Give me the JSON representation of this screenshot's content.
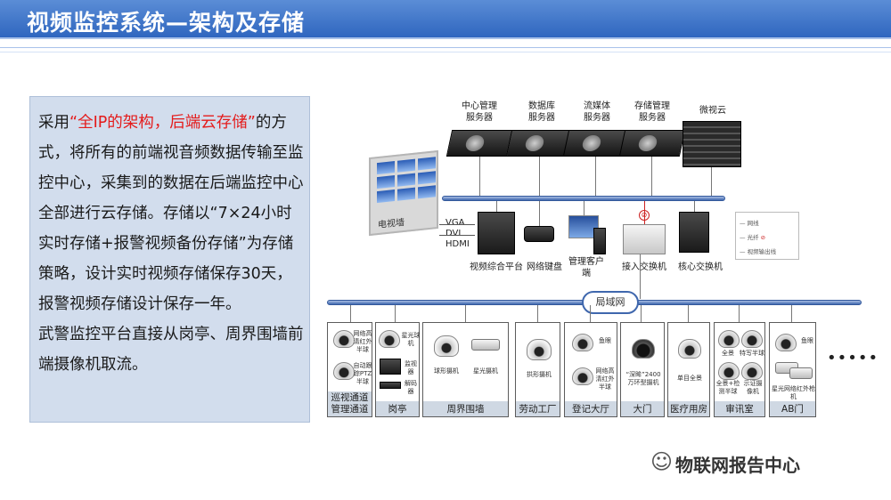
{
  "title": "视频监控系统—架构及存储",
  "text_box": {
    "prefix": "采用",
    "highlight": "“全IP的架构，后端云存储”",
    "body": "的方式，将所有的前端视音频数据传输至监控中心，采集到的数据在后端监控中心全部进行云存储。存储以“7×24小时实时存储+报警视频备份存储”为存储策略，设计实时视频存储保存30天，报警视频存储设计保存一年。",
    "body2": "武警监控平台直接从岗亭、周界围墙前端摄像机取流。"
  },
  "servers": [
    {
      "line1": "中心管理",
      "line2": "服务器"
    },
    {
      "line1": "数据库",
      "line2": "服务器"
    },
    {
      "line1": "流媒体",
      "line2": "服务器"
    },
    {
      "line1": "存储管理",
      "line2": "服务器"
    },
    {
      "line1": "微视云",
      "line2": ""
    }
  ],
  "tv_wall": {
    "label": "电视墙",
    "ports": [
      "VGA",
      "DVI",
      "HDMI"
    ]
  },
  "devices": [
    {
      "label": "视频综合平台"
    },
    {
      "label": "网络键盘"
    },
    {
      "label": "管理客户端"
    },
    {
      "label": "接入交换机"
    },
    {
      "label": "核心交换机"
    }
  ],
  "legend": [
    "网线",
    "光纤",
    "视频输出线"
  ],
  "lan": "局域网",
  "zones": [
    {
      "label": "巡视通道 管理通道",
      "notes": [
        "网络高清红外半球",
        "自动跟踪PTZ半球"
      ]
    },
    {
      "label": "岗亭",
      "notes": [
        "星光球机",
        "监视器",
        "解码器"
      ]
    },
    {
      "label": "周界围墙",
      "notes": [
        "球形摄机",
        "星光摄机"
      ]
    },
    {
      "label": "劳动工厂",
      "notes": [
        "拱形摄机"
      ]
    },
    {
      "label": "登记大厅",
      "notes": [
        "鱼眼",
        "网络高清红外半球"
      ]
    },
    {
      "label": "大门",
      "notes": [
        "“深眸”2400万环型摄机"
      ]
    },
    {
      "label": "医疗用房",
      "notes": [
        "单目全景"
      ]
    },
    {
      "label": "审讯室",
      "notes": [
        "全景",
        "特写半球",
        "全景+检测半球",
        "示证摄像机"
      ]
    },
    {
      "label": "AB门",
      "notes": [
        "鱼眼",
        "星光网络红外枪机"
      ]
    }
  ],
  "more": "•••••",
  "watermark": "物联网报告中心",
  "colors": {
    "header": "#2f66bf",
    "highlight": "#e41b1b",
    "text_bg": "#d2dded",
    "bus": "#3f67ad"
  }
}
